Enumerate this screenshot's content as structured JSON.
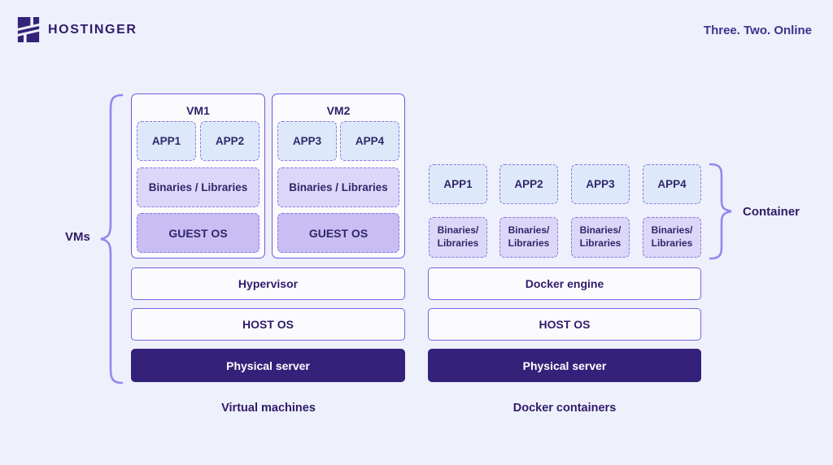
{
  "header": {
    "brand": "HOSTINGER",
    "tagline": "Three. Two. Online"
  },
  "left": {
    "brace_label": "VMs",
    "vms": [
      {
        "title": "VM1",
        "apps": [
          "APP1",
          "APP2"
        ],
        "binaries": "Binaries / Libraries",
        "os": "GUEST OS"
      },
      {
        "title": "VM2",
        "apps": [
          "APP3",
          "APP4"
        ],
        "binaries": "Binaries / Libraries",
        "os": "GUEST OS"
      }
    ],
    "layers": {
      "hypervisor": "Hypervisor",
      "host_os": "HOST OS",
      "physical": "Physical server"
    },
    "caption": "Virtual machines"
  },
  "right": {
    "brace_label": "Container",
    "apps": [
      "APP1",
      "APP2",
      "APP3",
      "APP4"
    ],
    "binaries": [
      {
        "line1": "Binaries/",
        "line2": "Libraries"
      },
      {
        "line1": "Binaries/",
        "line2": "Libraries"
      },
      {
        "line1": "Binaries/",
        "line2": "Libraries"
      },
      {
        "line1": "Binaries/",
        "line2": "Libraries"
      }
    ],
    "layers": {
      "engine": "Docker engine",
      "host_os": "HOST OS",
      "physical": "Physical server"
    },
    "caption": "Docker containers"
  },
  "colors": {
    "background": "#eef0fb",
    "brand_dark": "#2f1c6a",
    "solid_border": "#7156e4",
    "dashed_border": "#8678e9",
    "app_fill": "#dde9fa",
    "binaries_fill": "#dcd7f8",
    "guest_os_fill": "#c9bdf3",
    "physical_fill": "#33217a",
    "brace": "#9189ef"
  }
}
